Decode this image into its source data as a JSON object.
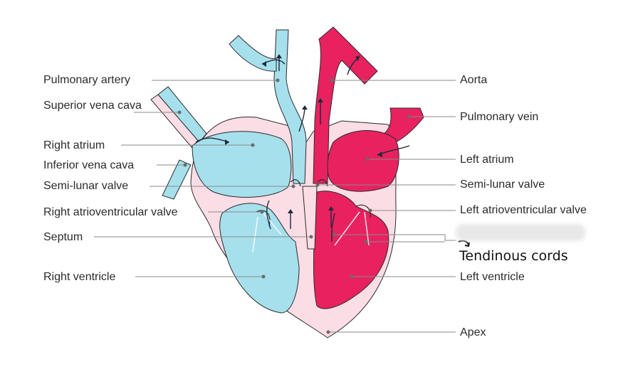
{
  "labels_left": {
    "pulmonary_artery": "Pulmonary artery",
    "superior_vena_cava": "Superior vena cava",
    "right_atrium": "Right atrium",
    "inferior_vena_cava": "Inferior vena cava",
    "semi_lunar_valve": "Semi-lunar valve",
    "right_av_valve": "Right atrioventricular valve",
    "septum": "Septum",
    "right_ventricle": "Right ventricle"
  },
  "labels_right": {
    "aorta": "Aorta",
    "pulmonary_vein": "Pulmonary vein",
    "left_atrium": "Left atrium",
    "semi_lunar_valve": "Semi-lunar valve",
    "left_av_valve": "Left atrioventricular valve",
    "tendinous_cords": "Tendinous cords",
    "left_ventricle": "Left ventricle",
    "apex": "Apex"
  },
  "colors": {
    "deoxygenated": "#a6e0ec",
    "oxygenated": "#e8225f",
    "wall": "#fbdde6",
    "outline": "#2b2b2b",
    "leader_line": "#8a8a8a"
  },
  "icons": {
    "tendinous_pointer": "curved-arrow-icon"
  }
}
